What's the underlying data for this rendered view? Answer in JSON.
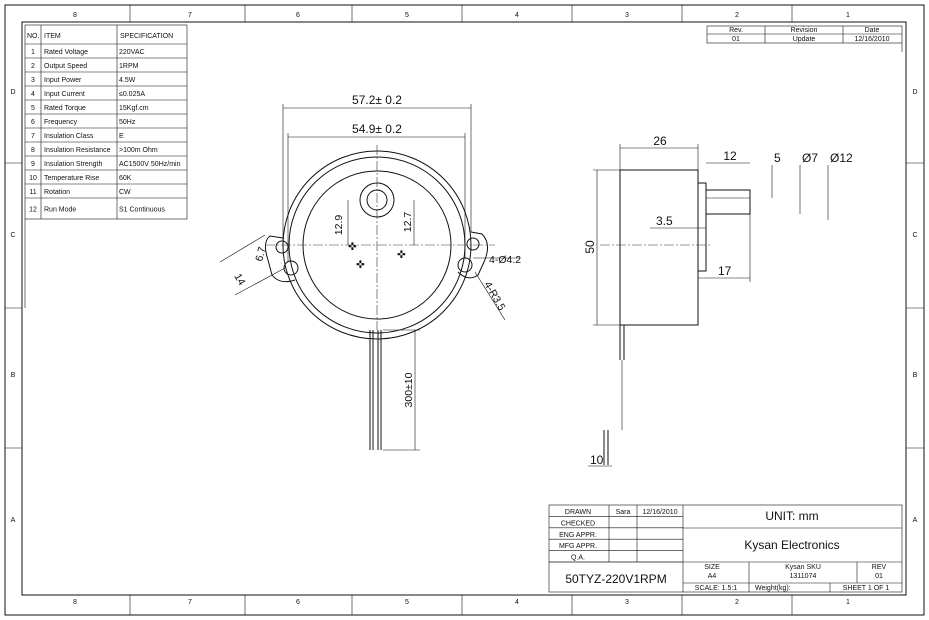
{
  "frame": {
    "columns": [
      "8",
      "7",
      "6",
      "5",
      "4",
      "3",
      "2",
      "1"
    ],
    "rows": [
      "D",
      "C",
      "B",
      "A"
    ]
  },
  "spec_table": {
    "headers": [
      "NO.",
      "ITEM",
      "SPECIFICATION"
    ],
    "rows": [
      [
        "1",
        "Rated Voltage",
        "220VAC"
      ],
      [
        "2",
        "Output Speed",
        "1RPM"
      ],
      [
        "3",
        "Input Power",
        "4.5W"
      ],
      [
        "4",
        "Input Current",
        "≤0.025A"
      ],
      [
        "5",
        "Rated Torque",
        "15Kgf.cm"
      ],
      [
        "6",
        "Frequency",
        "50Hz"
      ],
      [
        "7",
        "Insulation Class",
        "E"
      ],
      [
        "8",
        "Insulation Resistance",
        ">100m Ohm"
      ],
      [
        "9",
        "Insulation Strength",
        "AC1500V 50Hz/min"
      ],
      [
        "10",
        "Temperature Rise",
        "60K"
      ],
      [
        "11",
        "Rotation",
        "CW"
      ],
      [
        "12",
        "Run Mode",
        "S1 Continuous"
      ]
    ]
  },
  "revision_block": {
    "headers": [
      "Rev.",
      "Revision",
      "Date"
    ],
    "row": [
      "01",
      "Update",
      "12/16/2010"
    ]
  },
  "front_view": {
    "dims": {
      "outer_width": "57.2± 0.2",
      "hole_spacing": "54.9± 0.2",
      "offset_left": "12.9",
      "offset_right": "12.7",
      "holes": "4-Ø4.2",
      "radius": "4-R3.5",
      "ear_a": "6.7",
      "ear_b": "14",
      "lead_length": "300±10"
    }
  },
  "side_view": {
    "dims": {
      "body_depth": "26",
      "shaft_len": "12",
      "flat": "5",
      "shaft_dia": "Ø7",
      "boss_dia": "Ø12",
      "diameter": "50",
      "boss_height": "3.5",
      "shaft_total": "17",
      "lead_tail": "10"
    }
  },
  "title_block": {
    "approvals": [
      {
        "label": "DRAWN",
        "name": "Sara",
        "date": "12/16/2010"
      },
      {
        "label": "CHECKED",
        "name": "",
        "date": ""
      },
      {
        "label": "ENG APPR.",
        "name": "",
        "date": ""
      },
      {
        "label": "MFG APPR.",
        "name": "",
        "date": ""
      },
      {
        "label": "Q.A.",
        "name": "",
        "date": ""
      }
    ],
    "unit": "UNIT: mm",
    "company": "Kysan Electronics",
    "part_number": "50TYZ-220V1RPM",
    "size_label": "SIZE",
    "size": "A4",
    "sku_label": "Kysan SKU",
    "sku": "1311074",
    "rev_label": "REV",
    "rev": "01",
    "scale": "SCALE: 1.5:1",
    "weight": "Weight(kg):",
    "sheet": "SHEET 1 OF 1"
  }
}
